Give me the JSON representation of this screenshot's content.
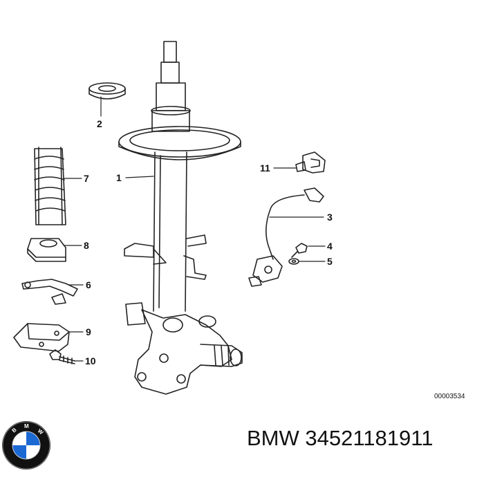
{
  "diagram": {
    "labels": [
      "1",
      "2",
      "3",
      "4",
      "5",
      "6",
      "7",
      "8",
      "9",
      "10",
      "11"
    ],
    "drawing_code": "00003534"
  },
  "caption": {
    "brand": "BMW",
    "part_number": "34521181911"
  },
  "logo": {
    "icon": "bmw-roundel-icon",
    "colors": {
      "blue": "#1c69d4",
      "white": "#ffffff",
      "ring": "#111111"
    }
  }
}
